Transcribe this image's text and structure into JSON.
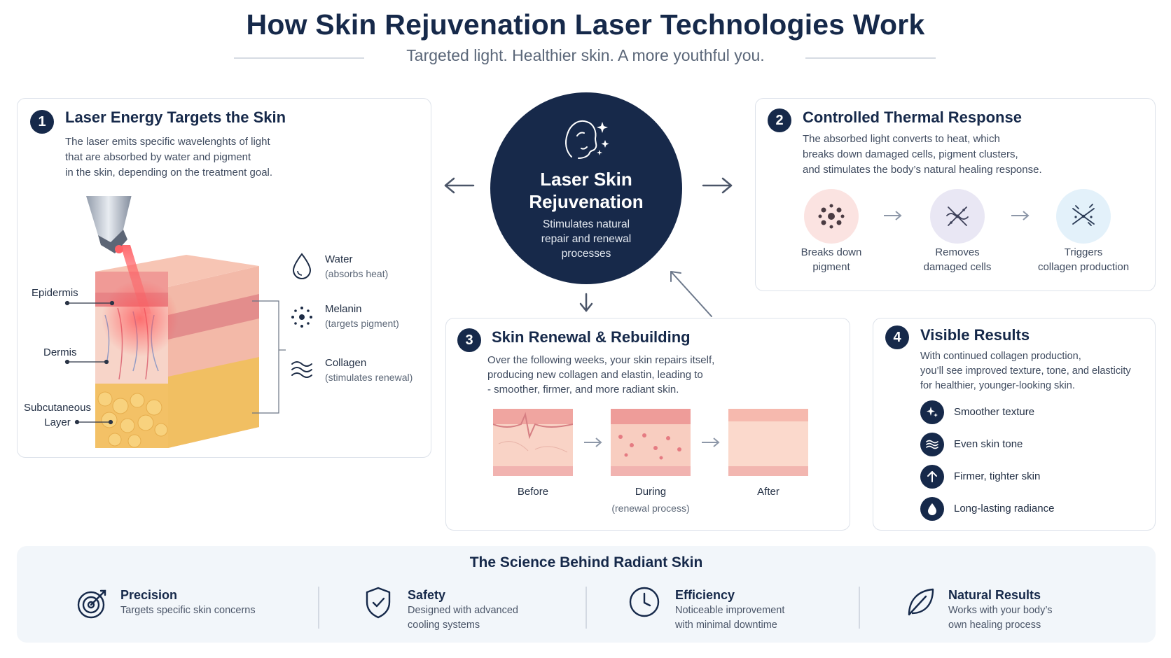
{
  "header": {
    "title": "How Skin Rejuvenation Laser Technologies Work",
    "subtitle": "Targeted light. Healthier skin. A more youthful you."
  },
  "hub": {
    "title_line1": "Laser Skin",
    "title_line2": "Rejuvenation",
    "sub_line1": "Stimulates natural",
    "sub_line2": "repair and renewal",
    "sub_line3": "processes"
  },
  "step1": {
    "number": "1",
    "title": "Laser Energy Targets the Skin",
    "desc": [
      "The laser emits specific wavelenghts of light",
      "that are absorbed by water and pigment",
      "in the skin, depending on the treatment goal."
    ],
    "layers": {
      "epidermis": "Epidermis",
      "dermis": "Dermis",
      "subcutaneous_line1": "Subcutaneous",
      "subcutaneous_line2": "Layer"
    },
    "targets": [
      {
        "name": "Water",
        "note": "(absorbs heat)",
        "icon": "water-drop-icon"
      },
      {
        "name": "Melanin",
        "note": "(targets pigment)",
        "icon": "melanin-dots-icon"
      },
      {
        "name": "Collagen",
        "note": "(stimulates renewal)",
        "icon": "collagen-waves-icon"
      }
    ]
  },
  "step2": {
    "number": "2",
    "title": "Controlled Thermal Response",
    "desc": [
      "The absorbed light converts to heat, which",
      "breaks down damaged cells, pigment clusters,",
      "and stimulates the body’s natural healing response."
    ],
    "stages": [
      {
        "line1": "Breaks down",
        "line2": "pigment",
        "icon": "pigment-cluster-icon",
        "color": "#fbe3e1"
      },
      {
        "line1": "Removes",
        "line2": "damaged cells",
        "icon": "damaged-cells-icon",
        "color": "#e9e7f4"
      },
      {
        "line1": "Triggers",
        "line2": "collagen production",
        "icon": "collagen-strands-icon",
        "color": "#e3f1fa"
      }
    ]
  },
  "step3": {
    "number": "3",
    "title": "Skin Renewal & Rebuilding",
    "desc": [
      "Over the following weeks, your skin repairs itself,",
      "producing new collagen and elastin, leading to",
      "- smoother, firmer, and more radiant skin."
    ],
    "phases": [
      {
        "label": "Before",
        "note": ""
      },
      {
        "label": "During",
        "note": "(renewal process)"
      },
      {
        "label": "After",
        "note": ""
      }
    ]
  },
  "step4": {
    "number": "4",
    "title": "Visible Results",
    "desc": [
      "With continued collagen production,",
      "you’ll see improved texture, tone, and elasticity",
      "for healthier, younger-looking skin."
    ],
    "results": [
      {
        "label": "Smoother texture",
        "icon": "sparkle-icon"
      },
      {
        "label": "Even skin tone",
        "icon": "waves-icon"
      },
      {
        "label": "Firmer, tighter skin",
        "icon": "arrow-up-icon"
      },
      {
        "label": "Long-lasting radiance",
        "icon": "drop-icon"
      }
    ]
  },
  "science": {
    "title": "The Science Behind Radiant Skin",
    "features": [
      {
        "title": "Precision",
        "line1": "Targets specific skin concerns",
        "line2": "",
        "icon": "target-icon"
      },
      {
        "title": "Safety",
        "line1": "Designed with advanced",
        "line2": "cooling systems",
        "icon": "shield-check-icon"
      },
      {
        "title": "Efficiency",
        "line1": "Noticeable improvement",
        "line2": "with minimal downtime",
        "icon": "clock-icon"
      },
      {
        "title": "Natural Results",
        "line1": "Works with your body’s",
        "line2": "own healing process",
        "icon": "leaf-icon"
      }
    ]
  },
  "colors": {
    "navy": "#16294a",
    "skin_pink": "#f2a9a3",
    "fat_yellow": "#f4c46a",
    "laser_red": "#ff5a5f"
  }
}
